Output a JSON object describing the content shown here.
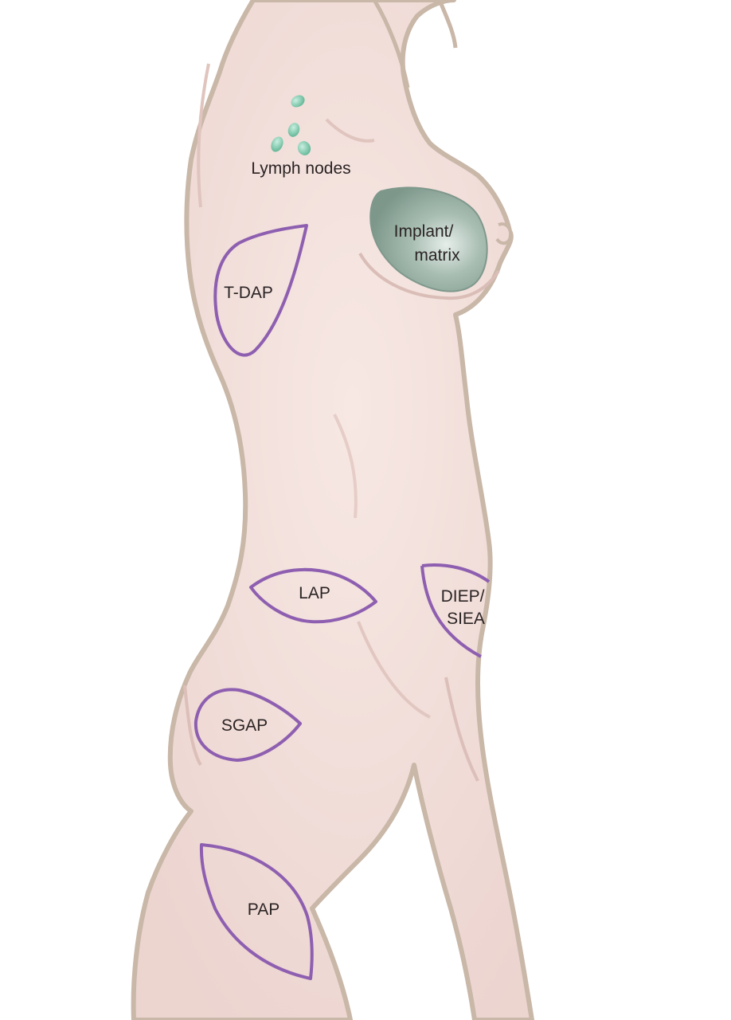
{
  "figure": {
    "labels": {
      "lymph_nodes": "Lymph nodes",
      "implant_line1": "Implant/",
      "implant_line2": "matrix",
      "tdap": "T-DAP",
      "lap": "LAP",
      "diep_line1": "DIEP/",
      "diep_line2": "SIEA",
      "sgap": "SGAP",
      "pap": "PAP"
    },
    "colors": {
      "skin": "#f3e2dd",
      "skin_shadow": "#e3c7c2",
      "outline": "#c9b7a8",
      "flap_outline": "#8e5fb0",
      "lymph_node": "#7fc9ad",
      "implant": "#8fa89c",
      "label_text": "#2a2424"
    }
  }
}
